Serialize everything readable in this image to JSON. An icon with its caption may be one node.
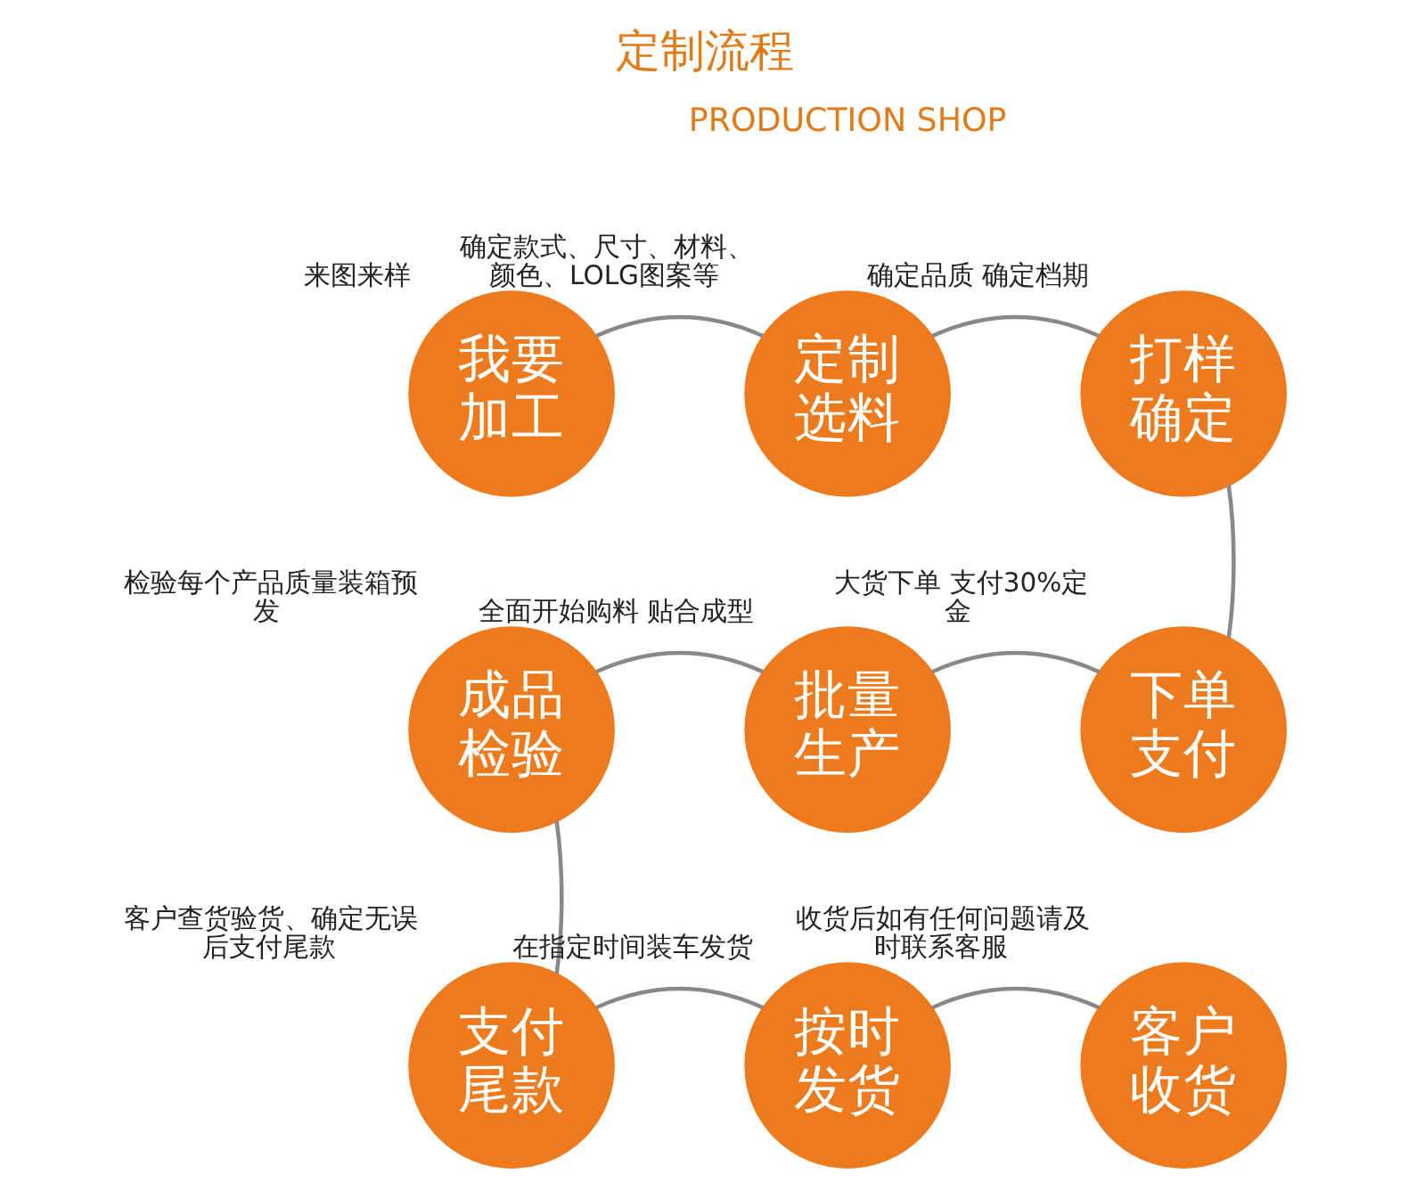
{
  "diagram": {
    "title": "定制流程",
    "nodes": [
      {
        "text": [
          "我要加工"
        ],
        "beside": [
          "来图来样"
        ]
      },
      {
        "text": [
          "定制选料"
        ],
        "beside": [
          "确定款式、尺寸、材料、颜色、LOLG图案等"
        ]
      },
      {
        "text": [
          "打样确定"
        ],
        "beside": [
          "确定品质 确定档期"
        ]
      },
      {
        "text": [
          "成品检验"
        ],
        "beside": [
          "检验每个产品质量装箱预发"
        ]
      },
      {
        "text": [
          "批量生产"
        ],
        "beside": [
          "全面开始购料 贴合成型"
        ]
      },
      {
        "text": [
          "下单支付"
        ],
        "beside": [
          "大货下单 支付30%定金"
        ]
      },
      {
        "text": [
          "支付尾款"
        ],
        "beside": [
          "客户查货验货、确定无误后支付尾款"
        ]
      },
      {
        "text": [
          "按时发货"
        ],
        "beside": [
          "在指定时间装车发货"
        ]
      },
      {
        "text": [
          "客户收货"
        ],
        "beside": [
          "收货后如有任何问题请及时联系客服"
        ]
      }
    ],
    "edges": [
      {
        "from": 0,
        "to": 1,
        "arrow": "none"
      },
      {
        "from": 1,
        "to": 2,
        "arrow": "none"
      },
      {
        "from": 2,
        "to": 5,
        "arrow": "none"
      },
      {
        "from": 5,
        "to": 4,
        "arrow": "none"
      },
      {
        "from": 4,
        "to": 3,
        "arrow": "none"
      },
      {
        "from": 3,
        "to": 6,
        "arrow": "none"
      },
      {
        "from": 6,
        "to": 7,
        "arrow": "none"
      },
      {
        "from": 7,
        "to": 8,
        "arrow": "none"
      }
    ],
    "labels": [
      "PRODUCTION SHOP"
    ]
  }
}
